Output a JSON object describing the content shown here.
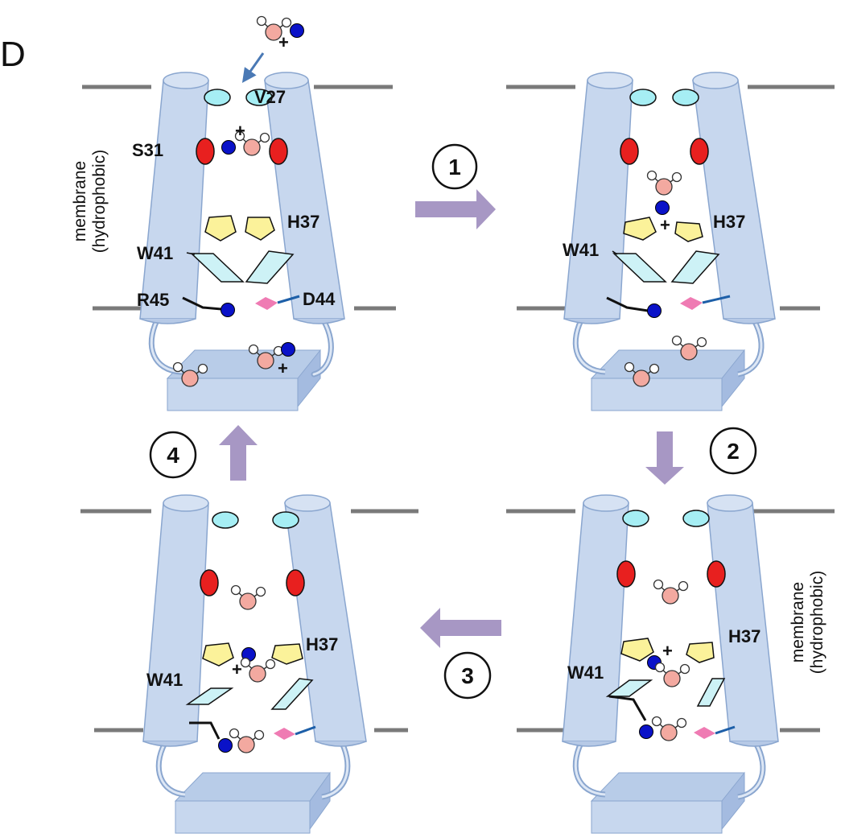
{
  "figure": {
    "panel_letter": "D",
    "membrane_label": [
      "membrane",
      "(hydrophobic)"
    ],
    "residues": {
      "v27": "V27",
      "s31": "S31",
      "h37": "H37",
      "w41": "W41",
      "r45": "R45",
      "d44": "D44"
    },
    "charge": "+",
    "steps": [
      "1",
      "2",
      "3",
      "4"
    ]
  },
  "colors": {
    "helix": "#c7d7ee",
    "helix_stroke": "#8aa6cf",
    "membrane_line": "#7a7a7a",
    "v27": "#a6eef4",
    "s31": "#e8201f",
    "h37": "#fbf29a",
    "w41": "#cdf2f6",
    "d44": "#ef7bb3",
    "oxygen": "#f3a9a0",
    "proton": "#0a12c8",
    "arrow": "#a797c4",
    "blue_arrow": "#4a79b5"
  }
}
